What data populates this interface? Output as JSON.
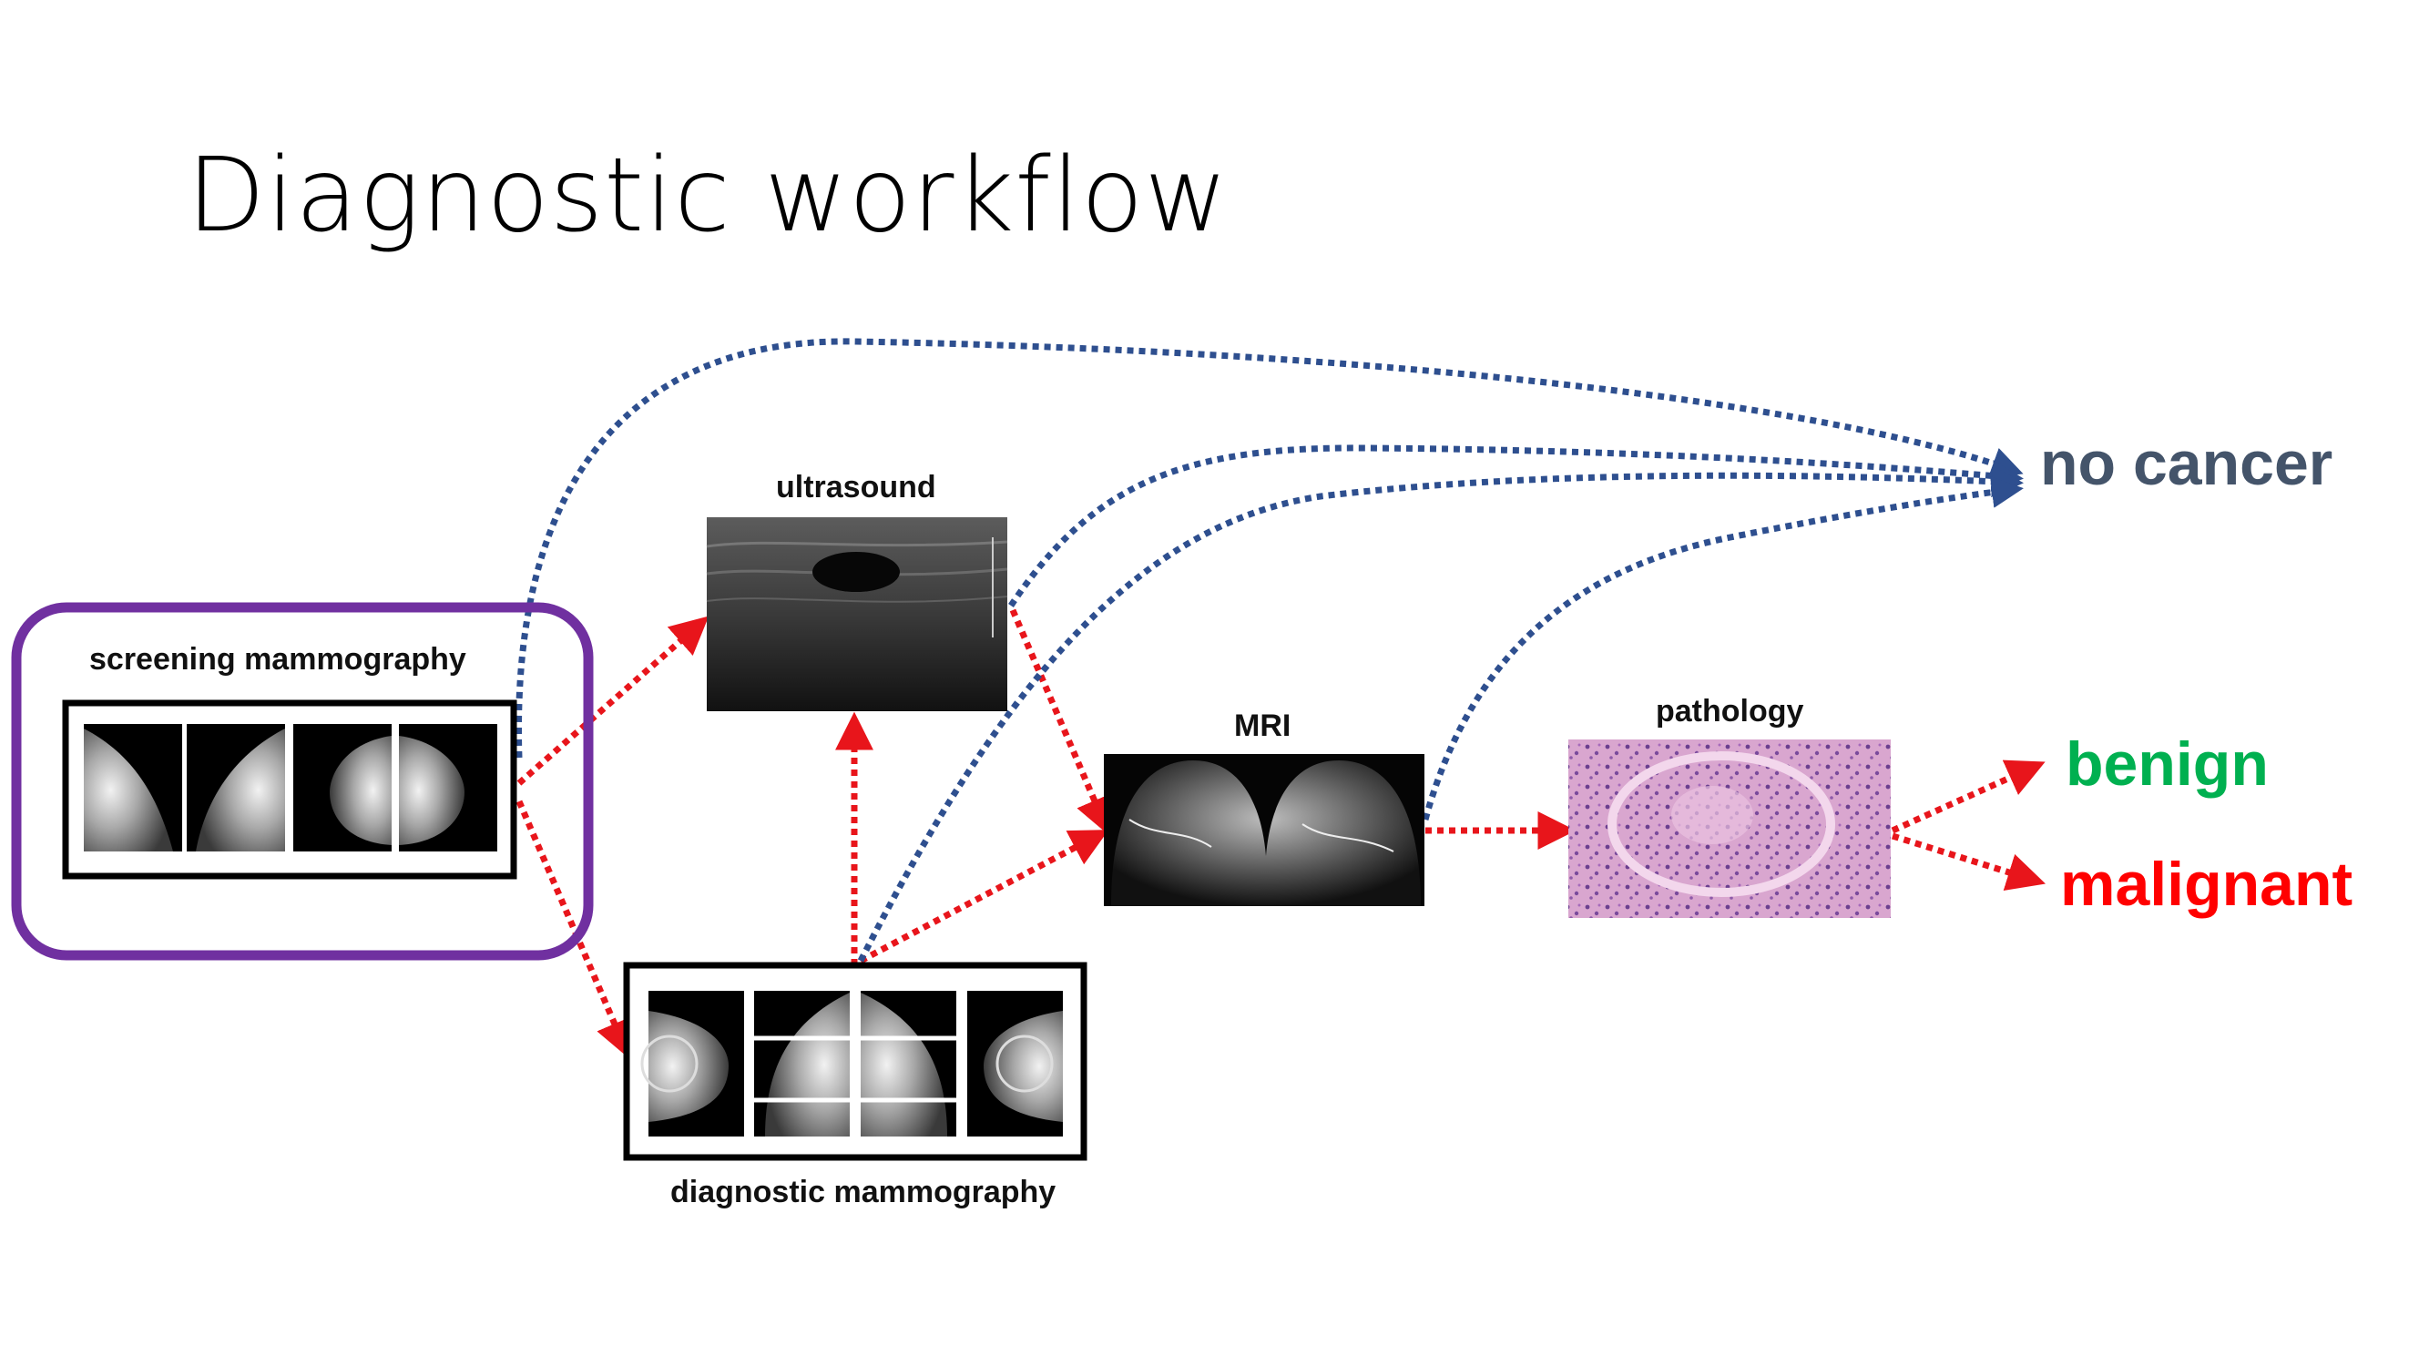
{
  "title": "Diagnostic workflow",
  "nodes": {
    "screening": "screening mammography",
    "ultrasound": "ultrasound",
    "diagnostic": "diagnostic mammography",
    "mri": "MRI",
    "pathology": "pathology"
  },
  "outcomes": {
    "no_cancer": "no cancer",
    "benign": "benign",
    "malignant": "malignant"
  },
  "colors": {
    "no_cancer_arrows": "#2e4f8f",
    "positive_arrows": "#e8151b",
    "highlight_box": "#7030a0",
    "no_cancer_text": "#44546a",
    "benign_text": "#00b050",
    "malignant_text": "#ff0000"
  },
  "icons": [
    "mammogram-image",
    "ultrasound-image",
    "mri-image",
    "pathology-image"
  ]
}
